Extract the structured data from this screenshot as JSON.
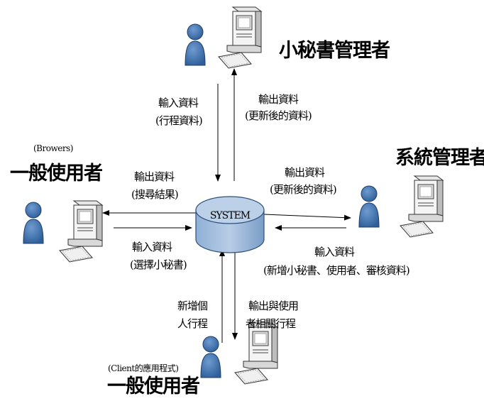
{
  "center": {
    "label": "SYSTEM"
  },
  "actors": {
    "secretary_admin": {
      "title": "小秘書管理者"
    },
    "system_admin": {
      "title": "系統管理者"
    },
    "browser_user": {
      "subtitle": "(Browers)",
      "title": "一般使用者"
    },
    "client_user": {
      "subtitle": "(Client的應用程式)",
      "title": "一般使用者"
    }
  },
  "flows": {
    "secretary_in_1": "輸入資料",
    "secretary_in_2": "(行程資料)",
    "secretary_out_1": "輸出資料",
    "secretary_out_2": "(更新後的資料)",
    "browser_out_1": "輸出資料",
    "browser_out_2": "(搜尋結果)",
    "browser_in_1": "輸入資料",
    "browser_in_2": "(選擇小秘書)",
    "sysadmin_out_1": "輸出資料",
    "sysadmin_out_2": "(更新後的資料)",
    "sysadmin_in_1": "輸入資料",
    "sysadmin_in_2": "(新增小秘書、使用者、審核資料)",
    "client_in_1": "新增個",
    "client_in_2": "人行程",
    "client_out_1": "輸出與使用",
    "client_out_2": "者相關行程"
  }
}
